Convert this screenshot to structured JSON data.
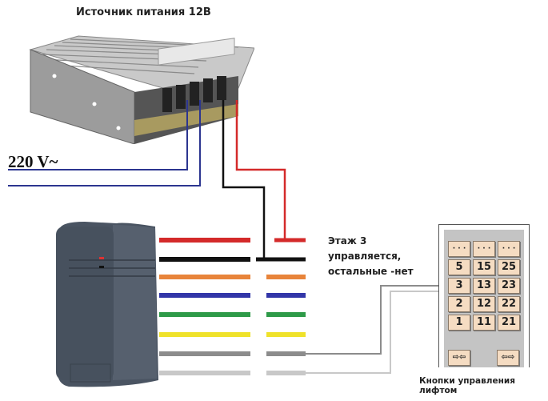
{
  "diagram": {
    "power_supply": {
      "title": "Источник питания 12В",
      "icon": "power-supply-unit"
    },
    "mains": {
      "label": "220 V~"
    },
    "reader": {
      "icon": "card-reader"
    },
    "note": {
      "lines": [
        "Этаж 3",
        "управляется,",
        "остальные -нет"
      ]
    },
    "elevator_panel": {
      "label": "Кнопки управления лифтом",
      "rows": [
        [
          "· · ·",
          "· · ·",
          "· · ·"
        ],
        [
          "5",
          "15",
          "25"
        ],
        [
          "3",
          "13",
          "23"
        ],
        [
          "2",
          "12",
          "22"
        ],
        [
          "1",
          "11",
          "21"
        ]
      ],
      "door_buttons": [
        "⇨⇦",
        "⇦⇨"
      ]
    },
    "wires": [
      {
        "name": "red",
        "color": "#d42a2a"
      },
      {
        "name": "black",
        "color": "#111111"
      },
      {
        "name": "orange",
        "color": "#e8843a"
      },
      {
        "name": "blue",
        "color": "#3236a8"
      },
      {
        "name": "green",
        "color": "#2e9a48"
      },
      {
        "name": "yellow",
        "color": "#efe22a"
      },
      {
        "name": "gray",
        "color": "#8c8c8c"
      },
      {
        "name": "light-gray",
        "color": "#c8c8c8"
      }
    ],
    "mains_wire_color": "#2c3590"
  }
}
